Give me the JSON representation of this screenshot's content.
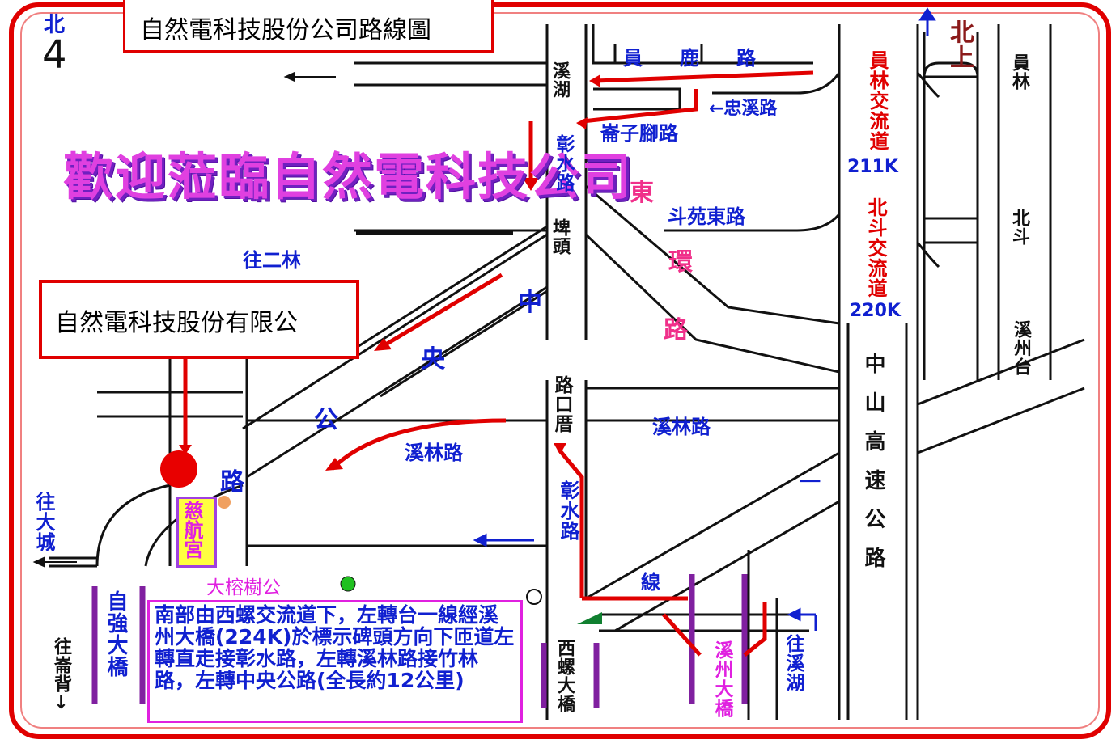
{
  "title": "自然電科技股份公司路線圖",
  "welcome": "歡迎蒞臨自然電科技公司",
  "company_label": "自然電科技股份有限公",
  "north_label": "北",
  "north_up_label": "北上",
  "roads": {
    "yuanlu": "員鹿路",
    "xihu": "溪湖",
    "changshui_top": "彰水路",
    "beitou": "埤頭",
    "lukou": "路口厝",
    "changshui_bottom": "彰水路",
    "zaizi": "崙子腳路",
    "zhongxi": "←忠溪路",
    "douyuan": "斗苑東路",
    "dong": "東",
    "huan": "環",
    "lu": "路",
    "zhong": "中",
    "yang": "央",
    "gong": "公",
    "zhongyang_lu": "路",
    "xilin_left": "溪林路",
    "xilin_right": "溪林路",
    "wang_erlin": "往二林",
    "wang_dacheng": "往大城",
    "wang_lunbei": "往崙背↓",
    "ziqiang": "自強大橋",
    "xiluo": "西螺大橋",
    "xizhou_bridge": "溪州大橋",
    "wang_xihu": "往溪湖",
    "xian": "線",
    "yi": "一",
    "dashu": "大榕樹公",
    "temple": "慈航宮"
  },
  "highway": {
    "yuanlin_ic": "員林交流道",
    "yuanlin_km": "211K",
    "beidou_ic": "北斗交流道",
    "beidou_km": "220K",
    "name": "中山高速公路",
    "yuanlin_side": "員林",
    "beidou_side": "北斗",
    "xizhou_side": "溪州台"
  },
  "note": "南部由西螺交流道下，左轉台一線經溪州大橋(224K)於標示碑頭方向下匝道左轉直走接彰水路，左轉溪林路接竹林路，左轉中央公路(全長約12公里)",
  "colors": {
    "route_red": "#e00000",
    "road_blue": "#1020d0",
    "road_pink": "#f0308a",
    "bridge_purple": "#8020a0"
  }
}
